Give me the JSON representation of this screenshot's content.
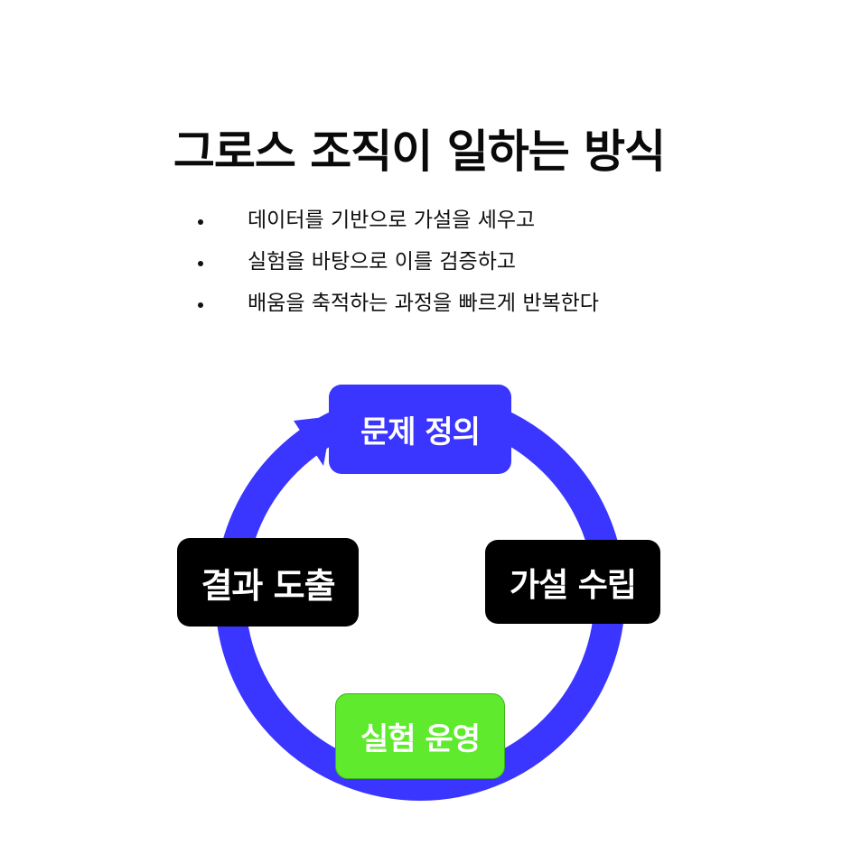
{
  "title": "그로스 조직이 일하는 방식",
  "bullets": [
    "데이터를 기반으로 가설을 세우고",
    "실험을 바탕으로 이를 검증하고",
    "배움을 축적하는 과정을 빠르게 반복한다"
  ],
  "cycle": {
    "ring_color": "#3a35ff",
    "nodes": [
      {
        "label": "문제 정의",
        "color": "#3a35ff"
      },
      {
        "label": "가설 수립",
        "color": "#000000"
      },
      {
        "label": "실험 운영",
        "color": "#5fea2e"
      },
      {
        "label": "결과 도출",
        "color": "#000000"
      }
    ]
  }
}
